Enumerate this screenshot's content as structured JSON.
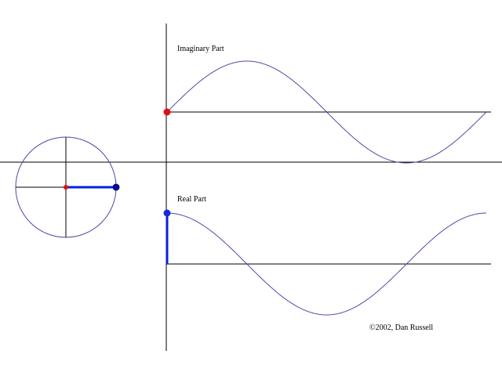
{
  "labels": {
    "imaginary": "Imaginary Part",
    "real": "Real Part",
    "copyright": "©2002, Dan Russell"
  },
  "colors": {
    "axis": "#000000",
    "wave": "#4a4aa8",
    "circle": "#4a4aa8",
    "phasor": "#0a1fe0",
    "imag_dot": "#e01010",
    "real_dot": "#1a2ad8",
    "center_dot": "#e01010",
    "tip_dot": "#0a0a8a"
  },
  "model": {
    "phase_deg": 0,
    "cycles_shown": 1,
    "imaginary_function": "sin",
    "real_function": "cos"
  }
}
